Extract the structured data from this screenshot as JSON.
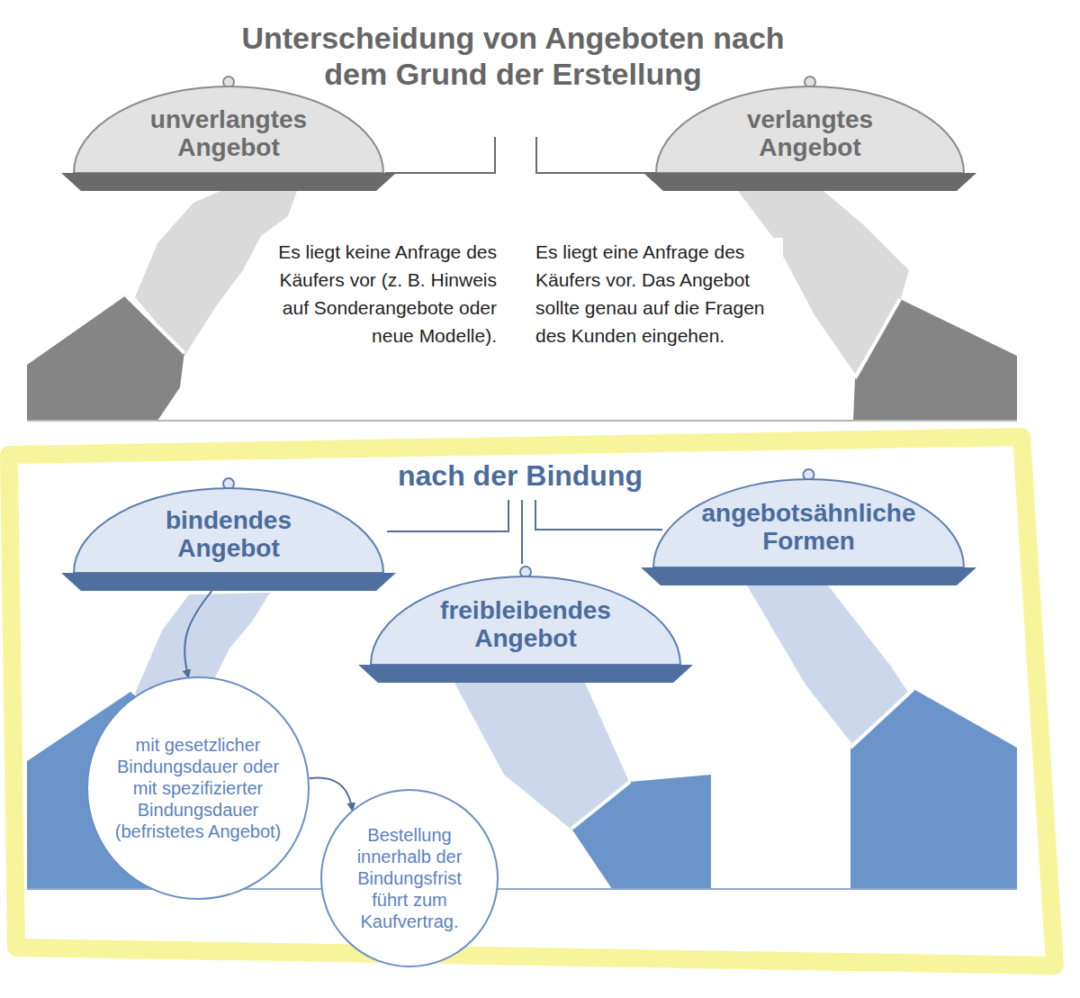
{
  "diagram": {
    "title": "Unterscheidung von Angeboten nach dem Grund der Erstellung",
    "nodes": [
      {
        "text": [
          "unverlangtes Angebot"
        ]
      },
      {
        "text": [
          "verlangtes Angebot"
        ]
      },
      {
        "text": [
          "bindendes Angebot"
        ]
      },
      {
        "text": [
          "angebotsähnliche Formen"
        ]
      },
      {
        "text": [
          "freibleibendes Angebot"
        ]
      },
      {
        "text": [
          "mit gesetzlicher Bindungsdauer oder mit spezifizierter Bindungsdauer (befristetes Angebot)"
        ]
      },
      {
        "text": [
          "Bestellung innerhalb der Bindungsfrist führt zum Kaufvertrag."
        ]
      }
    ],
    "edges": [
      {
        "from": 2,
        "to": 5,
        "arrow": "to"
      },
      {
        "from": 5,
        "to": 6,
        "arrow": "to"
      }
    ],
    "labels": [
      "Es liegt keine Anfrage des Käufers vor (z. B. Hinweis auf Sonderangebote oder neue Modelle).",
      "Es liegt eine Anfrage des Käufers vor. Das Angebot sollte genau auf die Fragen des Kunden eingehen.",
      "nach der Bindung"
    ]
  }
}
